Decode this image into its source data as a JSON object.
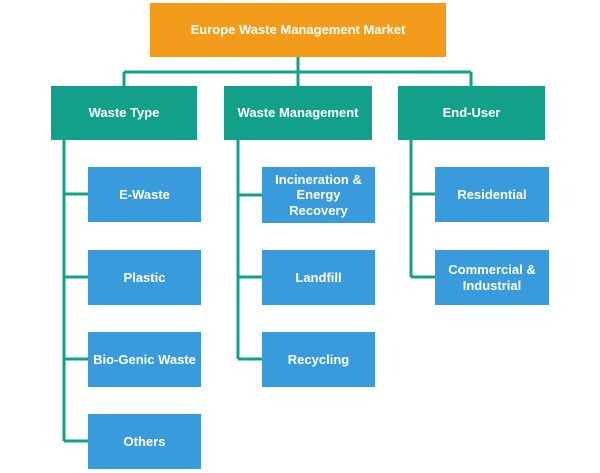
{
  "root": {
    "label": "Europe Waste Management Market"
  },
  "categories": [
    {
      "label": "Waste Type",
      "items": [
        "E-Waste",
        "Plastic",
        "Bio-Genic Waste",
        "Others"
      ]
    },
    {
      "label": "Waste Management",
      "items": [
        "Incineration &\nEnergy Recovery",
        "Landfill",
        "Recycling"
      ]
    },
    {
      "label": "End-User",
      "items": [
        "Residential",
        "Commercial &\nIndustrial"
      ]
    }
  ],
  "colors": {
    "root": "#f39c1c",
    "category": "#13a08a",
    "leaf": "#3a9bdc",
    "connector": "#13a08a"
  }
}
